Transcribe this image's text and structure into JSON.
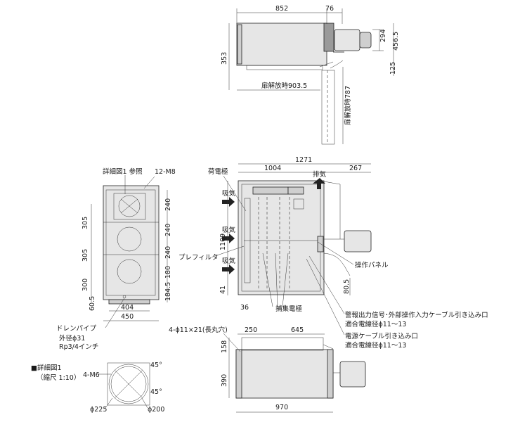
{
  "top_view": {
    "dims": {
      "w852": "852",
      "w76": "76",
      "h294": "294",
      "h456": "456.5",
      "h353": "353",
      "h125": "125"
    },
    "door_open_h": "扉解放時903.5",
    "door_open_v": "扉解放時787"
  },
  "side_view": {
    "labels": {
      "detail_ref": "詳細図1 参照",
      "bolt": "12-M8",
      "drain": "ドレンパイプ",
      "drain_od": "外径ϕ31",
      "drain_rp": "Rp3/4インチ"
    },
    "dims": {
      "d305a": "305",
      "d305b": "305",
      "d300": "300",
      "d605": "60.5",
      "d240a": "240",
      "d240b": "240",
      "d240c": "240",
      "d180": "180",
      "d1845": "184.5",
      "d404": "404",
      "d450": "450"
    }
  },
  "front_view": {
    "labels": {
      "lifting": "荷電極",
      "exhaust": "排気",
      "intake1": "吸気",
      "intake2": "吸気",
      "intake3": "吸気",
      "prefilter": "プレフィルタ",
      "panel": "操作パネル",
      "collector": "捕集電極",
      "signal": "警報出力信号･外部操作入力ケーブル引き込み口",
      "signal_wire": "適合電線径ϕ11～13",
      "power": "電源ケーブル引き込み口",
      "power_wire": "適合電線径ϕ11～13"
    },
    "dims": {
      "d1271": "1271",
      "d1004": "1004",
      "d267": "267",
      "d1109": "1109",
      "d41": "41",
      "d36": "36",
      "d805": "80.5"
    }
  },
  "bottom_view": {
    "labels": {
      "holes": "4-ϕ11×21(長丸穴)"
    },
    "dims": {
      "d250": "250",
      "d645": "645",
      "d158": "158",
      "d390": "390",
      "d970": "970"
    }
  },
  "detail": {
    "title": "■詳細図1",
    "scale": "（縮尺 1:10）",
    "m6": "4-M6",
    "a45a": "45°",
    "a45b": "45°",
    "d225": "ϕ225",
    "d200": "ϕ200"
  }
}
